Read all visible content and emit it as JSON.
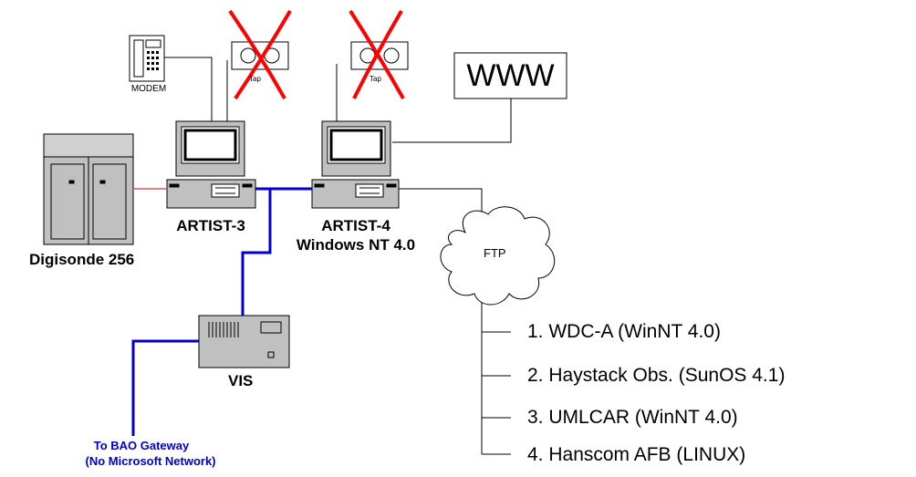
{
  "modem": {
    "label": "MODEM"
  },
  "tape_left": {
    "label": "Tap"
  },
  "tape_right": {
    "label": "Tap"
  },
  "www": {
    "label": "WWW"
  },
  "artist3": {
    "label": "ARTIST-3"
  },
  "artist4": {
    "label": "ARTIST-4",
    "os": "Windows NT 4.0"
  },
  "digisonde": {
    "label": "Digisonde 256"
  },
  "ftp": {
    "label": "FTP"
  },
  "vis": {
    "label": "VIS"
  },
  "gateway": {
    "line1": "To BAO Gateway",
    "line2": "(No Microsoft Network)"
  },
  "ftp_sites": [
    "1. WDC-A  (WinNT 4.0)",
    "2. Haystack Obs. (SunOS 4.1)",
    "3. UMLCAR (WinNT 4.0)",
    "4. Hanscom AFB (LINUX)"
  ],
  "colors": {
    "network": "#0000cc",
    "cross": "#ff0000",
    "link": "#cc0000"
  }
}
